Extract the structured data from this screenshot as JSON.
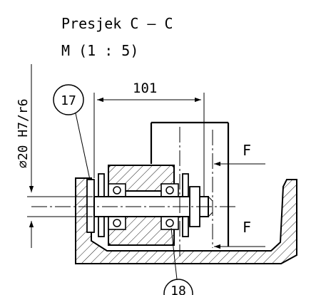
{
  "title": {
    "section": "Presjek C – C",
    "scale": "M (1 : 5)"
  },
  "dimensions": {
    "width_label": "101",
    "diameter_label": "⌀20  H7/r6"
  },
  "forces": {
    "upper": "F",
    "lower": "F"
  },
  "balloons": {
    "part_a": "17",
    "part_b": "18"
  }
}
